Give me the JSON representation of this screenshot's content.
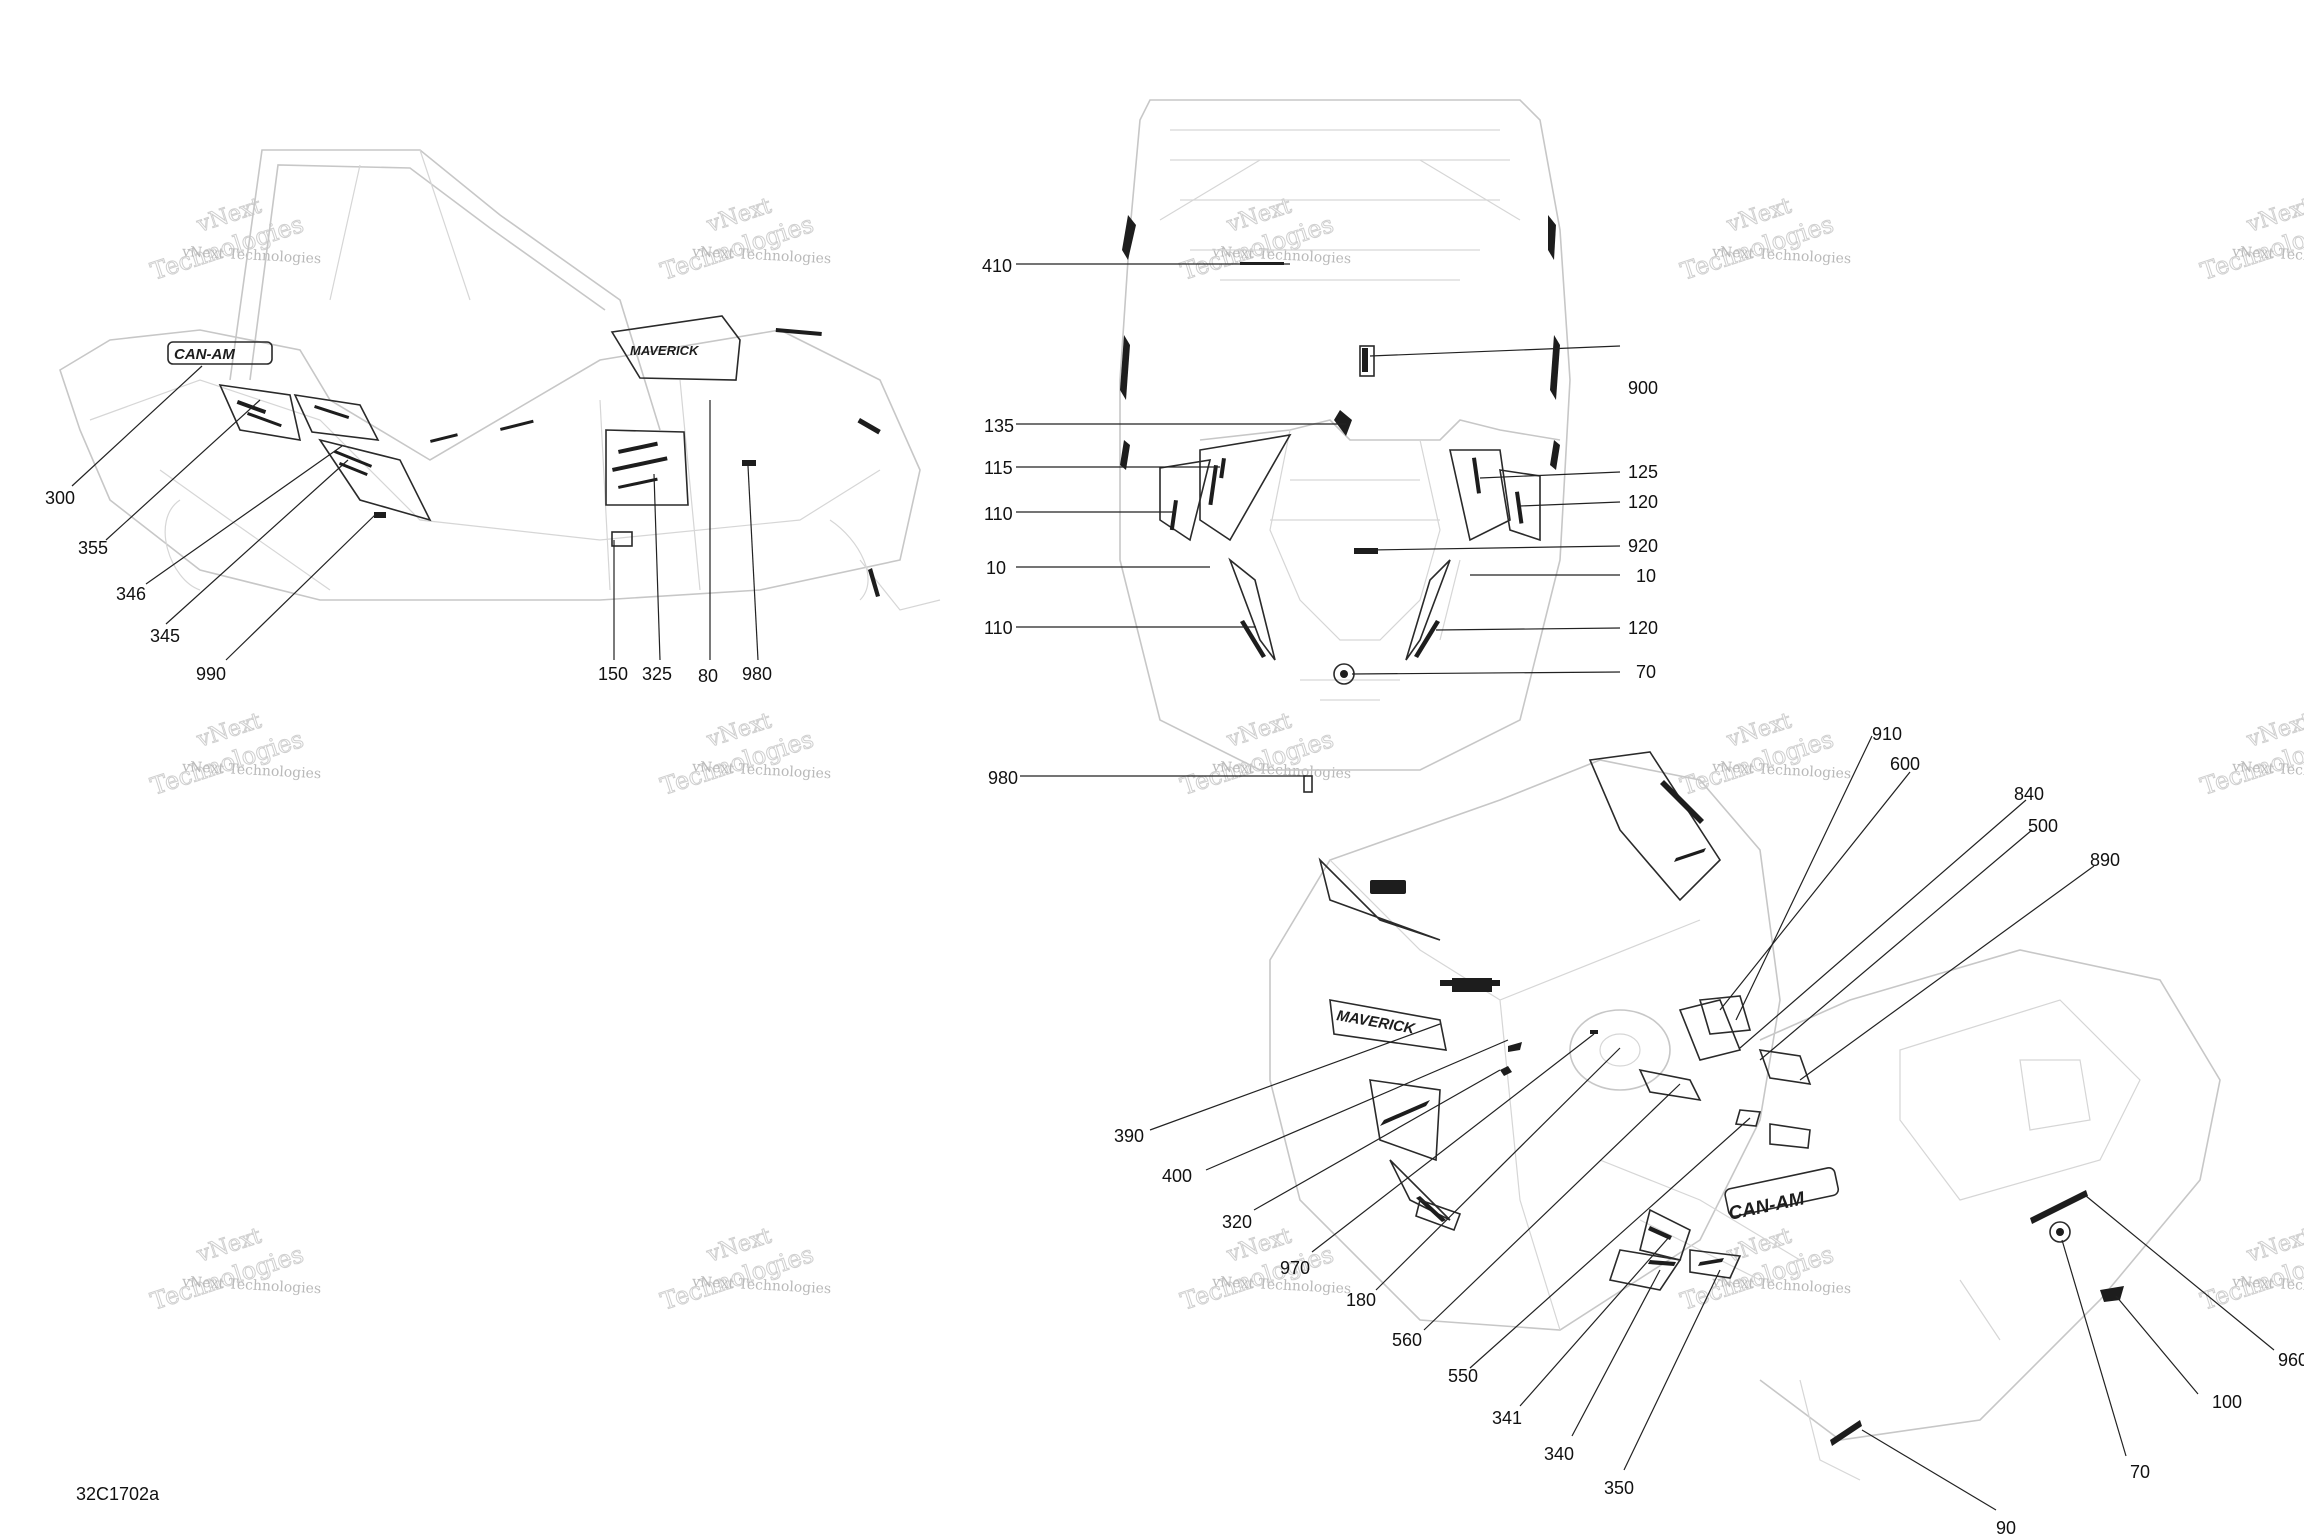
{
  "watermark": {
    "line1": "vNext Technologies",
    "line2": "vNext",
    "line3": "Technologies"
  },
  "figure_code": "32C1702a",
  "views": {
    "side": {
      "callouts": [
        "300",
        "355",
        "346",
        "345",
        "990",
        "150",
        "325",
        "80",
        "980"
      ],
      "logo_text": "CAN-AM",
      "model_text": "MAVERICK"
    },
    "front": {
      "left_callouts": [
        "410",
        "135",
        "115",
        "110",
        "10",
        "110",
        "980"
      ],
      "right_callouts": [
        "900",
        "125",
        "120",
        "920",
        "10",
        "120",
        "70"
      ]
    },
    "iso": {
      "callouts": [
        "910",
        "600",
        "840",
        "500",
        "890",
        "390",
        "400",
        "320",
        "970",
        "180",
        "560",
        "550",
        "341",
        "340",
        "350",
        "90",
        "70",
        "100",
        "960"
      ],
      "logo_text": "CAN-AM",
      "model_text": "MAVERICK"
    }
  }
}
